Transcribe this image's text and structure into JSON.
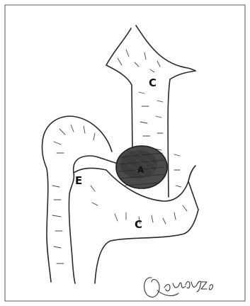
{
  "labels": {
    "c_top": "C",
    "a_mass": "A",
    "e_left": "E",
    "c_bottom": "C"
  },
  "signature": "Rodriguez",
  "colors": {
    "ink": "#2a2a2a",
    "mass_fill": "#4a4a4a",
    "mass_dark": "#2b2b2b",
    "frame": "#555555",
    "paper": "#ffffff"
  }
}
